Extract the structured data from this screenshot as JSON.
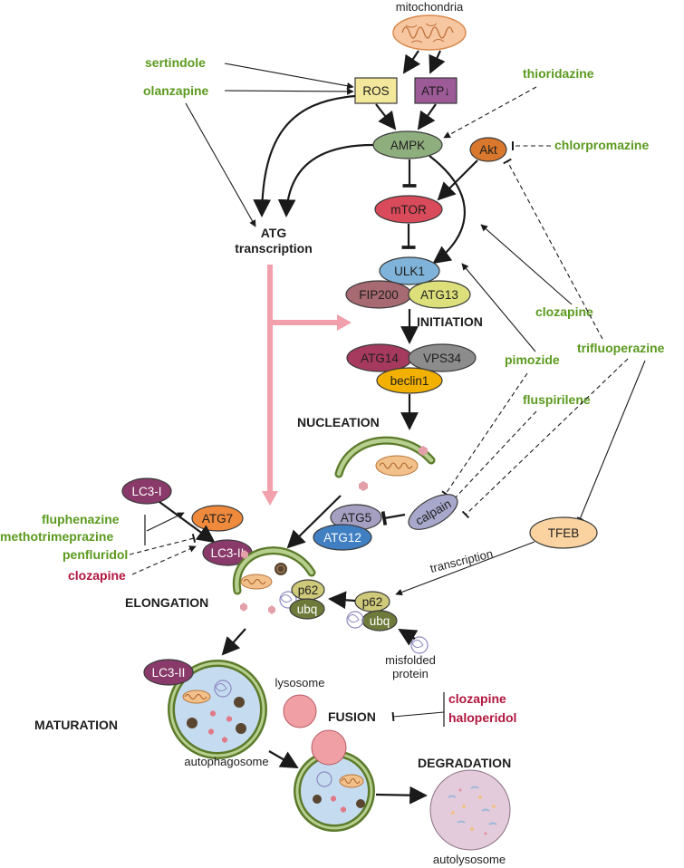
{
  "labels": {
    "mitochondria": "mitochondria",
    "atg_transcription_1": "ATG",
    "atg_transcription_2": "transcription",
    "transcription": "transcription",
    "misfolded_1": "misfolded",
    "misfolded_2": "protein",
    "lysosome": "lysosome",
    "autophagosome": "autophagosome",
    "autolysosome": "autolysosome"
  },
  "nodes": {
    "ros": "ROS",
    "atp": "ATP↓",
    "ampk": "AMPK",
    "akt": "Akt",
    "mtor": "mTOR",
    "ulk1": "ULK1",
    "fip200": "FIP200",
    "atg13": "ATG13",
    "atg14": "ATG14",
    "vps34": "VPS34",
    "beclin1": "beclin1",
    "lc3i": "LC3-I",
    "atg7": "ATG7",
    "lc3ii": "LC3-II",
    "atg5": "ATG5",
    "atg12": "ATG12",
    "calpain": "calpain",
    "tfeb": "TFEB",
    "p62_a": "p62",
    "ubq_a": "ubq",
    "p62_b": "p62",
    "ubq_b": "ubq",
    "lc3ii_b": "LC3-II"
  },
  "stages": {
    "initiation": "INITIATION",
    "nucleation": "NUCLEATION",
    "elongation": "ELONGATION",
    "maturation": "MATURATION",
    "fusion": "FUSION",
    "degradation": "DEGRADATION"
  },
  "drugs": {
    "sertindole": "sertindole",
    "olanzapine": "olanzapine",
    "thioridazine": "thioridazine",
    "chlorpromazine": "chlorpromazine",
    "clozapine_green": "clozapine",
    "pimozide": "pimozide",
    "trifluoperazine": "trifluoperazine",
    "fluspirilene": "fluspirilene",
    "fluphenazine": "fluphenazine",
    "methotrimeprazine": "methotrimeprazine",
    "penfluridol": "penfluridol",
    "clozapine_red": "clozapine",
    "clozapine_red2": "clozapine",
    "haloperidol": "haloperidol"
  },
  "colors": {
    "drug_activator": "#5b9a1e",
    "drug_inhibitor": "#b1163d",
    "ros": "#f2e79a",
    "atp": "#9c5a96",
    "ampk": "#8fae7e",
    "akt": "#d9782c",
    "mtor": "#d94a5a",
    "ulk1": "#7fb3d9",
    "fip200": "#a86a72",
    "atg13": "#dde07a",
    "atg14": "#a63a5e",
    "vps34": "#8c8c8c",
    "beclin1": "#f2b100",
    "lc3": "#8a3a6a",
    "atg7": "#ef8a3c",
    "atg5": "#a5a0c2",
    "atg12": "#3f7fc2",
    "calpain": "#a8a8cc",
    "tfeb": "#fad3a0",
    "p62": "#cfc97a",
    "ubq": "#6d7a3a",
    "transcription_arrow": "#f2a0ac",
    "membrane": "#5b7a2a",
    "vesicle_fill": "#c5dcf0",
    "lysosome": "#f0a0a4",
    "autolysosome": "#e3cbdc"
  }
}
